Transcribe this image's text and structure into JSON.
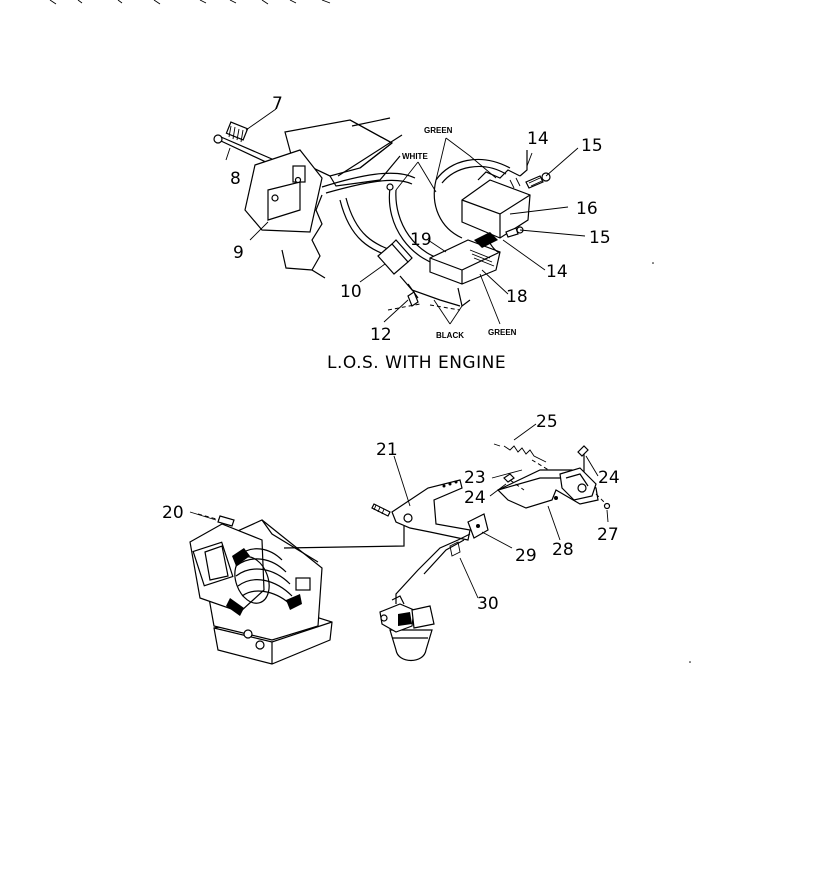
{
  "caption": "L.O.S. WITH ENGINE",
  "wire_labels": {
    "green_top": "GREEN",
    "white": "WHITE",
    "black": "BLACK",
    "green_bottom": "GREEN"
  },
  "callouts_top": {
    "c7": "7",
    "c8": "8",
    "c9": "9",
    "c10": "10",
    "c12": "12",
    "c14a": "14",
    "c15a": "15",
    "c16": "16",
    "c15b": "15",
    "c14b": "14",
    "c18": "18",
    "c19": "19"
  },
  "callouts_bottom": {
    "c20": "20",
    "c21": "21",
    "c23": "23",
    "c24a": "24",
    "c24b": "24",
    "c25": "25",
    "c27": "27",
    "c28": "28",
    "c29": "29",
    "c30": "30"
  }
}
